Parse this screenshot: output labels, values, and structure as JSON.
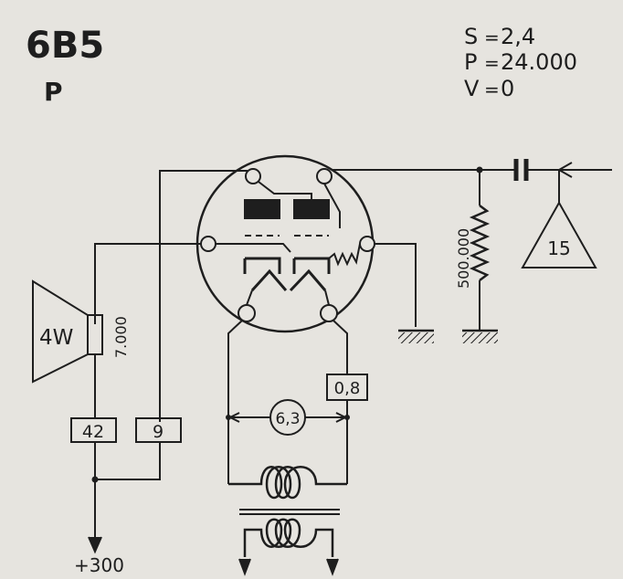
{
  "header": {
    "tube": "6B5",
    "type": "P"
  },
  "params": [
    {
      "name": "S",
      "value": "2,4"
    },
    {
      "name": "P",
      "value": "24.000"
    },
    {
      "name": "V",
      "value": "0"
    }
  ],
  "speaker": {
    "power": "4W",
    "impedance": "7.000"
  },
  "resistor": {
    "value": "500.000"
  },
  "input": {
    "level": "15"
  },
  "boxes": {
    "b42": "42",
    "b9": "9",
    "b08": "0,8"
  },
  "heater": {
    "voltage": "6,3"
  },
  "supply": {
    "voltage": "+300"
  },
  "colors": {
    "ink": "#1e1e1e",
    "paper": "#e6e4df"
  }
}
